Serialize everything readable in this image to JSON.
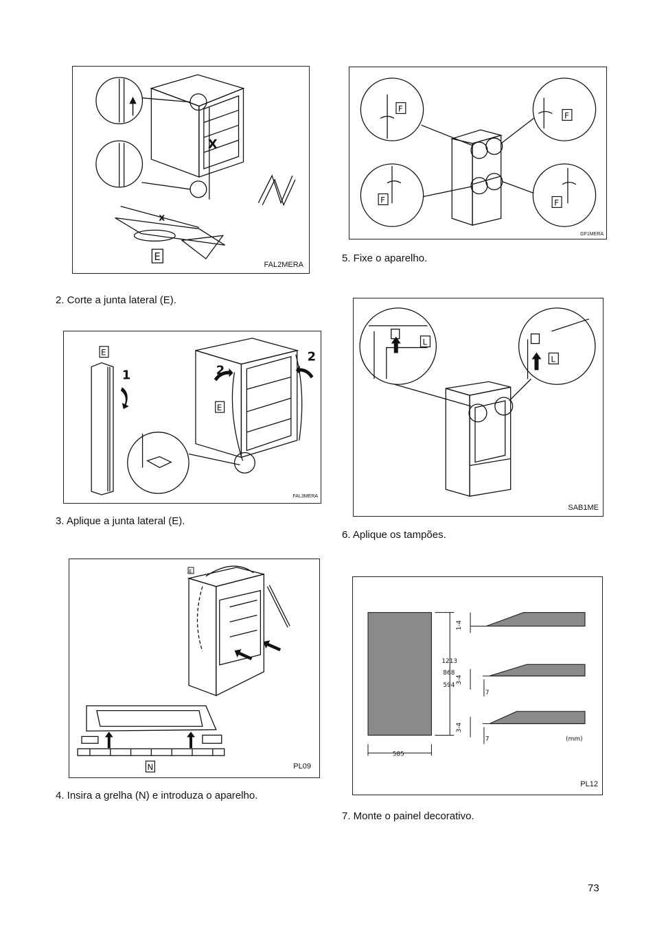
{
  "figures": {
    "fig2": {
      "code": "FAL2MERA",
      "labels": {
        "e": "E",
        "x": "X",
        "x_dim": "x"
      }
    },
    "fig3": {
      "code": "FAL3MERA",
      "labels": {
        "e_top": "E",
        "e_mid": "E",
        "step1": "1",
        "step2a": "2",
        "step2b": "2"
      }
    },
    "fig4": {
      "code": "PL09",
      "labels": {
        "n": "N",
        "e": "E"
      }
    },
    "fig5": {
      "code": "GF1MERA",
      "labels": {
        "f1": "F",
        "f2": "F",
        "f3": "F",
        "f4": "F"
      }
    },
    "fig6": {
      "code": "SAB1ME",
      "labels": {
        "l1": "L",
        "l2": "L"
      }
    },
    "fig7": {
      "code": "PL12",
      "dims": {
        "h1": "1213",
        "h2": "868",
        "h3": "594",
        "w": "585",
        "g1": "1-4",
        "g2": "3-4",
        "g3": "3-4",
        "s1": "7",
        "s2": "7",
        "unit": "(mm)"
      }
    }
  },
  "captions": {
    "c2": "2. Corte a junta lateral (E).",
    "c3": "3. Aplique a junta lateral (E).",
    "c4": "4. Insira a grelha (N) e introduza o aparelho.",
    "c5": "5. Fixe o aparelho.",
    "c6": "6. Aplique os tampões.",
    "c7": "7. Monte o painel decorativo."
  },
  "page_number": "73"
}
